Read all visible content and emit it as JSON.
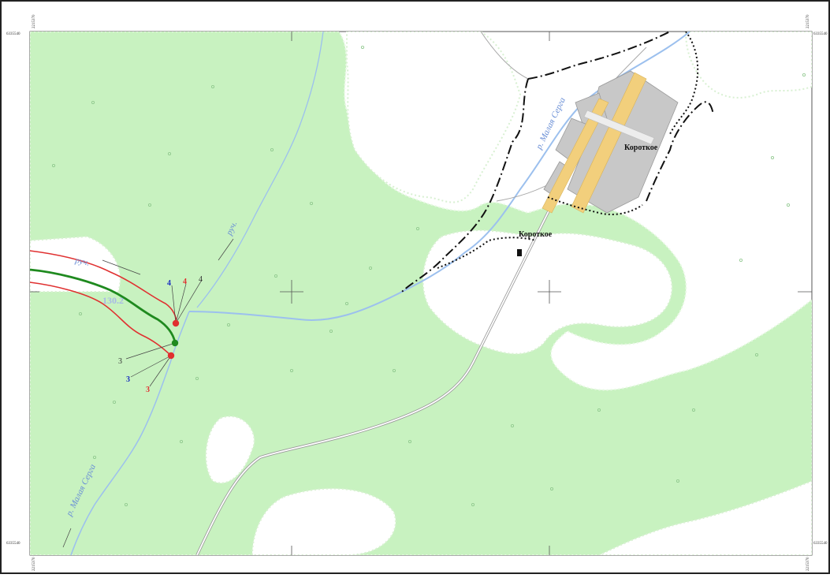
{
  "map": {
    "frame_coords": {
      "top_left_x": "6335540",
      "top_left_y": "2215370",
      "top_right_y": "2215370",
      "top_right_x": "6335540",
      "bottom_left_x": "6335540",
      "bottom_left_y": "2215370",
      "bottom_right_y": "2215370",
      "bottom_right_x": "6335540"
    },
    "places": {
      "village_top": "Короткое",
      "village_road": "Короткое"
    },
    "hydro": {
      "river_top": "р. Малая Серга",
      "river_bottom": "р. Малая Серга",
      "stream_left": "руч.",
      "stream_middle": "руч."
    },
    "height_mark": "130.2",
    "markers": {
      "upper_blue": "4",
      "upper_red": "4",
      "upper_black": "4",
      "lower_black": "3",
      "lower_blue": "3",
      "lower_red": "3"
    },
    "colors": {
      "forest": "#c8f2c0",
      "water": "#9cc0ee",
      "settlement": "#c8c8c8",
      "street": "#f2cf7c",
      "red_line": "#e03030",
      "green_line": "#1f8a1f",
      "blue_text": "#1a2fc0"
    }
  }
}
